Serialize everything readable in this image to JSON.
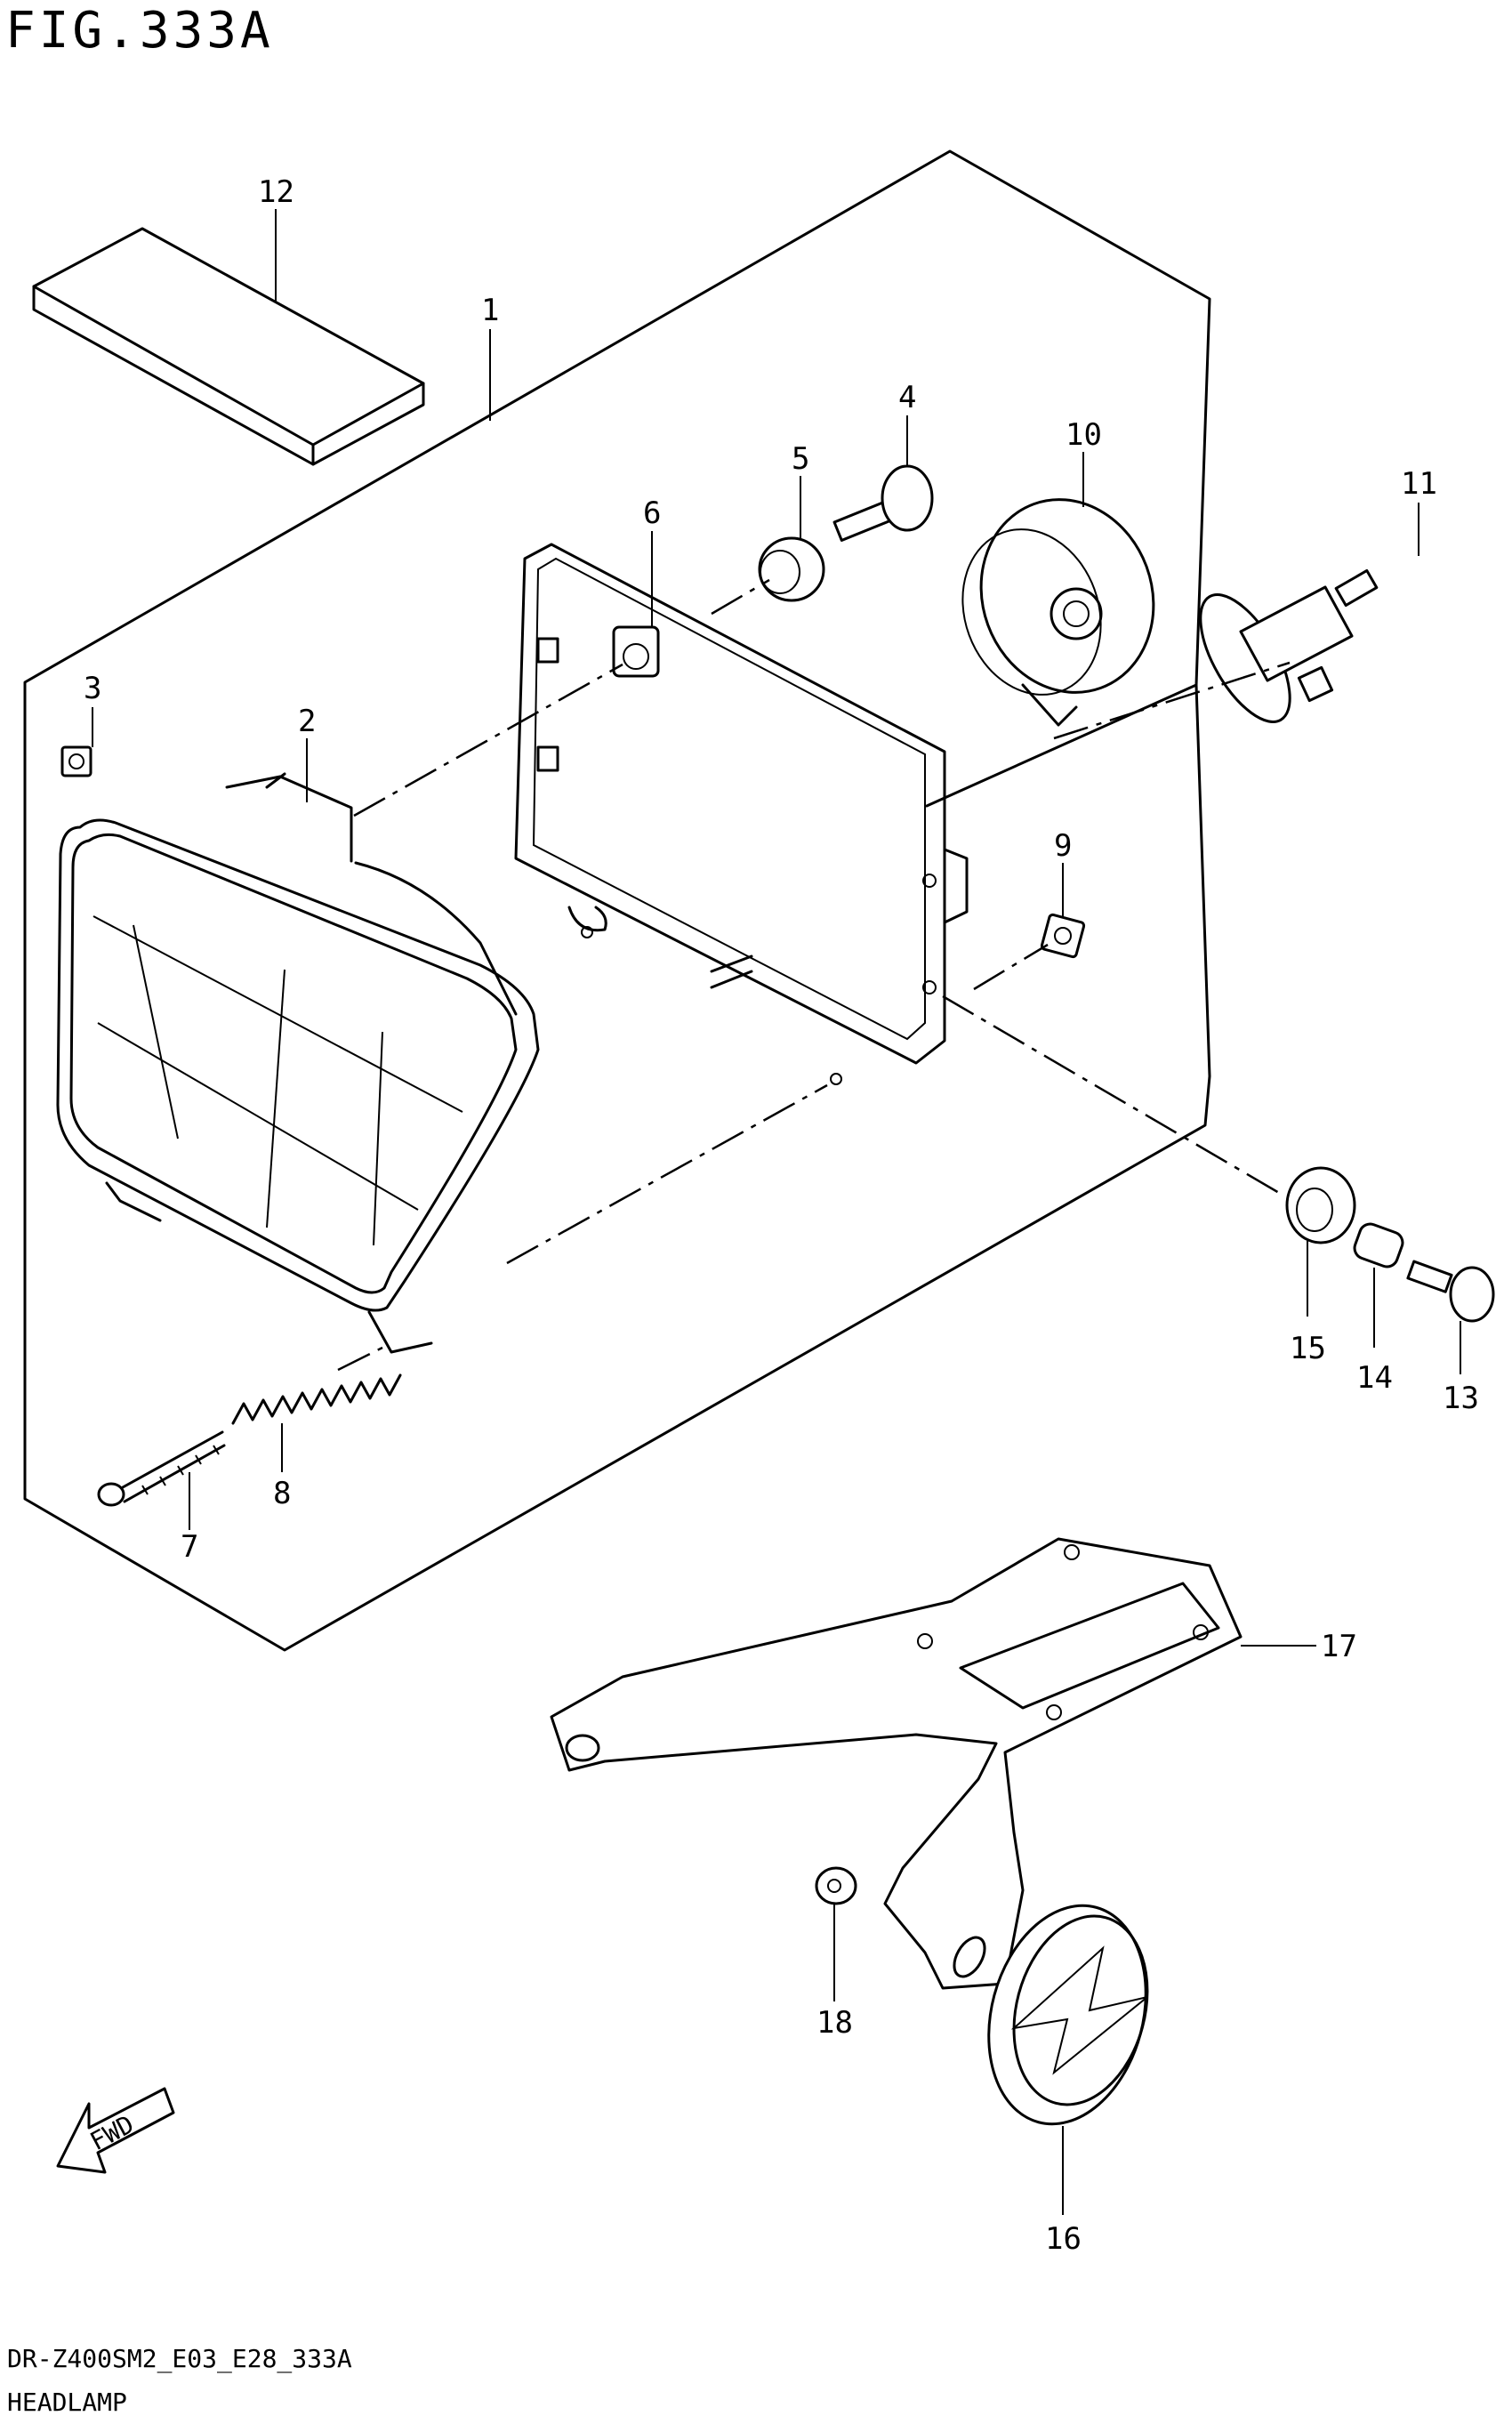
{
  "figure": {
    "title": "FIG.333A",
    "model_code": "DR-Z400SM2_E03_E28_333A",
    "section_name": "HEADLAMP",
    "fwd_label": "FWD"
  },
  "callouts": [
    {
      "id": "c1",
      "label": "1"
    },
    {
      "id": "c2",
      "label": "2"
    },
    {
      "id": "c3",
      "label": "3"
    },
    {
      "id": "c4",
      "label": "4"
    },
    {
      "id": "c5",
      "label": "5"
    },
    {
      "id": "c6",
      "label": "6"
    },
    {
      "id": "c7",
      "label": "7"
    },
    {
      "id": "c8",
      "label": "8"
    },
    {
      "id": "c9",
      "label": "9"
    },
    {
      "id": "c10",
      "label": "10"
    },
    {
      "id": "c11",
      "label": "11"
    },
    {
      "id": "c12",
      "label": "12"
    },
    {
      "id": "c13",
      "label": "13"
    },
    {
      "id": "c14",
      "label": "14"
    },
    {
      "id": "c15",
      "label": "15"
    },
    {
      "id": "c16",
      "label": "16"
    },
    {
      "id": "c17",
      "label": "17"
    },
    {
      "id": "c18",
      "label": "18"
    }
  ]
}
